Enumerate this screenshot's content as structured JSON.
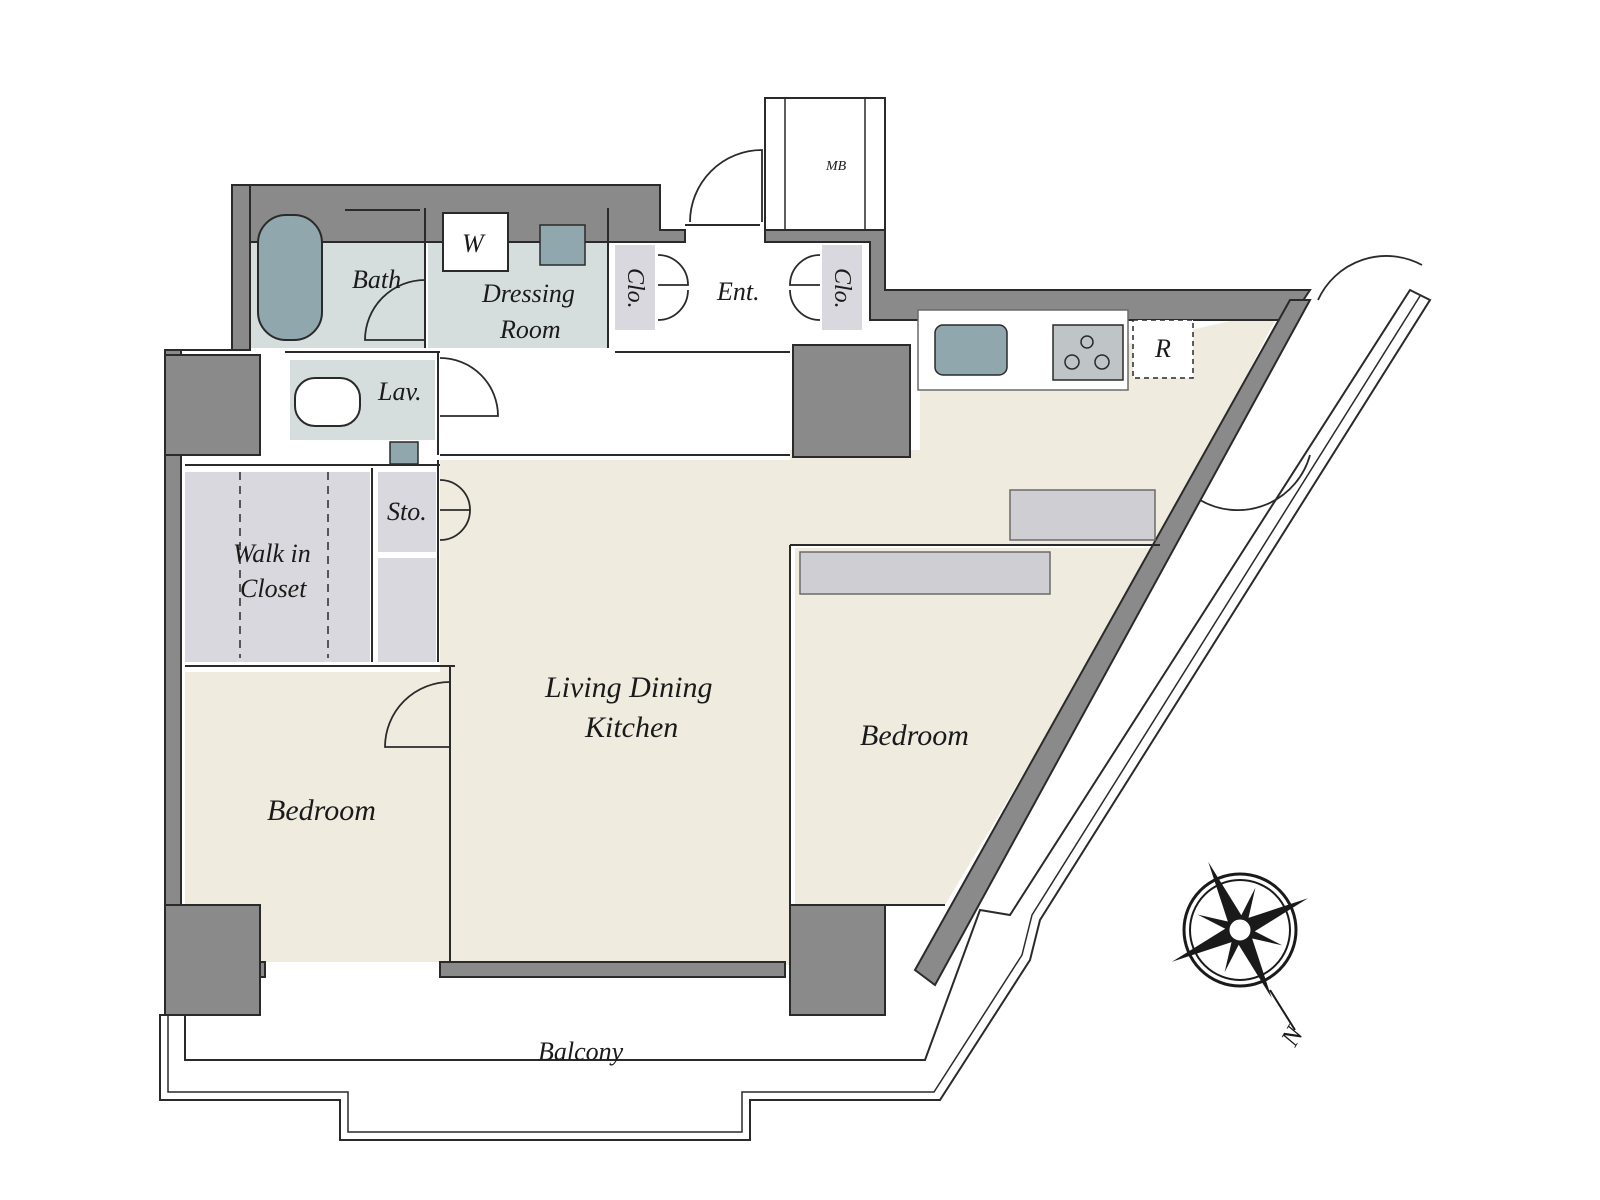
{
  "rooms": {
    "bath": "Bath",
    "dressing_room_line1": "Dressing",
    "dressing_room_line2": "Room",
    "washer": "W",
    "closet_left": "Clo.",
    "closet_right": "Clo.",
    "entrance": "Ent.",
    "meter_box": "MB",
    "lavatory": "Lav.",
    "storage": "Sto.",
    "walk_in_closet_line1": "Walk in",
    "walk_in_closet_line2": "Closet",
    "refrigerator": "R",
    "ldk_line1": "Living Dining",
    "ldk_line2": "Kitchen",
    "bedroom_left": "Bedroom",
    "bedroom_right": "Bedroom",
    "balcony": "Balcony"
  },
  "compass": {
    "north": "N",
    "icon": "compass-rose-icon"
  },
  "colors": {
    "wall": "#8a8a8a",
    "living_floor": "#f0ebdf",
    "wet_area": "#d6dedd",
    "closet": "#d8d8de"
  }
}
